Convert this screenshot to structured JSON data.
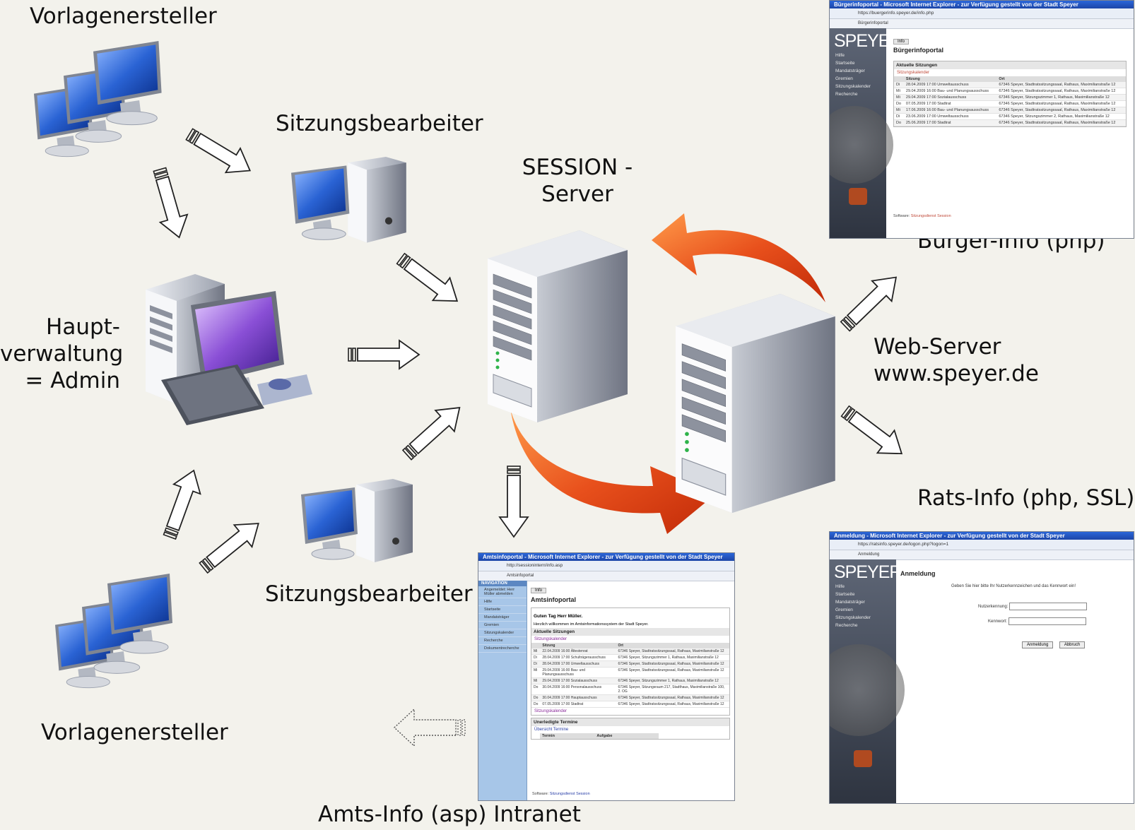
{
  "labels": {
    "vorlagenersteller_top": "Vorlagenersteller",
    "vorlagenersteller_bottom": "Vorlagenersteller",
    "sitzungsbearbeiter_top": "Sitzungsbearbeiter",
    "sitzungsbearbeiter_bottom": "Sitzungsbearbeiter",
    "haupt_line1": "Haupt-",
    "haupt_line2": "verwaltung",
    "haupt_line3": "= Admin",
    "session_line1": "SESSION -",
    "session_line2": "Server",
    "webserver_line1": "Web-Server",
    "webserver_line2": "www.speyer.de",
    "buerger_info": "Bürger-Info (php)",
    "rats_info": "Rats-Info (php, SSL)",
    "amts_info": "Amts-Info (asp) Intranet"
  },
  "colors": {
    "background": "#f3f2ec",
    "sync_arrow": "#e8501c",
    "screen_blue": "#2a63d4",
    "screen_purple": "#8a4fd6",
    "server_grey": "#b7bcc8"
  },
  "icons": {
    "client_group": "computer-group-icon",
    "workstation": "workstation-icon",
    "admin_pc": "admin-pc-icon",
    "server": "server-tower-icon",
    "flow_arrow": "hollow-arrow-icon",
    "sync_arrow": "curved-sync-arrow-icon"
  },
  "buerger_shot": {
    "window_title": "Bürgerinfoportal - Microsoft Internet Explorer - zur Verfügung gestellt von der Stadt Speyer",
    "address": "https://buergerinfo.speyer.de/info.php",
    "favorite": "Bürgerinfoportal",
    "logo": "SPEYER.DE",
    "menu": [
      "Hilfe",
      "Startseite",
      "Mandatsträger",
      "Gremien",
      "Sitzungskalender",
      "Recherche"
    ],
    "tab": "Info",
    "page_title": "Bürgerinfoportal",
    "panel_title": "Aktuelle Sitzungen",
    "panel_link": "Sitzungskalender",
    "columns": [
      "",
      "Sitzung",
      "Ort"
    ],
    "rows": [
      [
        "Di",
        "28.04.2009 17:00 Umweltausschuss",
        "67346 Speyer, Stadtratssitzungssaal, Rathaus, Maximilianstraße 12"
      ],
      [
        "Mi",
        "29.04.2009 16:00 Bau- und Planungsausschuss",
        "67346 Speyer, Stadtratssitzungssaal, Rathaus, Maximilianstraße 12"
      ],
      [
        "Mi",
        "29.04.2009 17:00 Sozialausschuss",
        "67346 Speyer, Sitzungszimmer 1, Rathaus, Maximilianstraße 12"
      ],
      [
        "Do",
        "07.05.2009 17:00 Stadtrat",
        "67346 Speyer, Stadtratssitzungssaal, Rathaus, Maximilianstraße 12"
      ],
      [
        "Mi",
        "17.06.2009 16:00 Bau- und Planungsausschuss",
        "67346 Speyer, Stadtratssitzungssaal, Rathaus, Maximilianstraße 12"
      ],
      [
        "Di",
        "23.06.2009 17:00 Umweltausschuss",
        "67346 Speyer, Sitzungszimmer 2, Rathaus, Maximilianstraße 12"
      ],
      [
        "Do",
        "25.06.2009 17:00 Stadtrat",
        "67346 Speyer, Stadtratssitzungssaal, Rathaus, Maximilianstraße 12"
      ]
    ],
    "footer_label": "Software:",
    "footer_link": "Sitzungsdienst Session"
  },
  "rats_shot": {
    "window_title": "Anmeldung - Microsoft Internet Explorer - zur Verfügung gestellt von der Stadt Speyer",
    "address": "https://ratsinfo.speyer.de/logon.php?logon=1",
    "favorite": "Anmeldung",
    "logo": "SPEYER.DE",
    "menu": [
      "Hilfe",
      "Startseite",
      "Mandatsträger",
      "Gremien",
      "Sitzungskalender",
      "Recherche"
    ],
    "page_title": "Anmeldung",
    "intro": "Geben Sie hier bitte Ihr Nutzerkennzeichen und das Kennwort ein!",
    "user_label": "Nutzerkennung:",
    "password_label": "Kennwort:",
    "login_button": "Anmeldung",
    "cancel_button": "Abbruch"
  },
  "amts_shot": {
    "window_title": "Amtsinfoportal - Microsoft Internet Explorer - zur Verfügung gestellt von der Stadt Speyer",
    "address": "http://sessionintern/info.asp",
    "favorite": "Amtsinfoportal",
    "nav_title": "NAVIGATION",
    "nav_user": "Angemeldet: Herr Müller abmelden",
    "nav_items": [
      "Hilfe",
      "Startseite",
      "Mandatsträger",
      "Gremien",
      "Sitzungskalender",
      "Recherche",
      "Dokumentrecherche"
    ],
    "tab": "Info",
    "page_title": "Amtsinfoportal",
    "greeting": "Guten Tag Herr Müller.",
    "welcome": "Herzlich willkommen im Amtsinformationssystem der Stadt Speyer.",
    "panel_title": "Aktuelle Sitzungen",
    "panel_link": "Sitzungskalender",
    "columns": [
      "",
      "Sitzung",
      "Ort"
    ],
    "rows": [
      [
        "Mi",
        "22.04.2009 16:00 Ältestenrat",
        "67346 Speyer, Stadtratssitzungssaal, Rathaus, Maximilianstraße 12"
      ],
      [
        "Di",
        "28.04.2009 17:00 Schulträgerausschuss",
        "67346 Speyer, Sitzungszimmer 1, Rathaus, Maximilianstraße 12"
      ],
      [
        "Di",
        "28.04.2009 17:00 Umweltausschuss",
        "67346 Speyer, Stadtratssitzungssaal, Rathaus, Maximilianstraße 12"
      ],
      [
        "Mi",
        "29.04.2009 16:00 Bau- und Planungsausschuss",
        "67346 Speyer, Stadtratssitzungssaal, Rathaus, Maximilianstraße 12"
      ],
      [
        "Mi",
        "29.04.2009 17:00 Sozialausschuss",
        "67346 Speyer, Sitzungszimmer 1, Rathaus, Maximilianstraße 12"
      ],
      [
        "Do",
        "30.04.2009 16:00 Personalausschuss",
        "67346 Speyer, Sitzungsraum 217, Stadthaus, Maximilianstraße 100, 2. OG"
      ],
      [
        "Do",
        "30.04.2009 17:00 Hauptausschuss",
        "67346 Speyer, Stadtratssitzungssaal, Rathaus, Maximilianstraße 12"
      ],
      [
        "Do",
        "07.05.2009 17:00 Stadtrat",
        "67346 Speyer, Stadtratssitzungssaal, Rathaus, Maximilianstraße 12"
      ]
    ],
    "panel2_title": "Unerledigte Termine",
    "panel2_link": "Übersicht Termine",
    "panel2_columns": [
      "Termin",
      "Aufgabe"
    ],
    "footer_label": "Software:",
    "footer_link": "Sitzungsdienst Session"
  }
}
